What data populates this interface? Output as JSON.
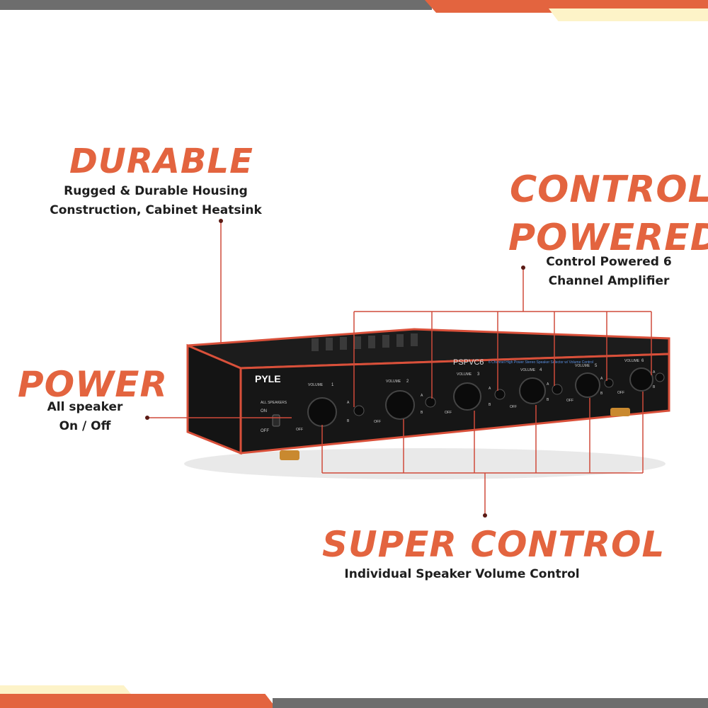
{
  "features": {
    "durable": {
      "title": "DURABLE",
      "line1": "Rugged & Durable Housing",
      "line2": "Construction, Cabinet Heatsink"
    },
    "control_powered": {
      "title_line1": "CONTROL",
      "title_line2": "POWERED",
      "line1": "Control Powered 6",
      "line2": "Channel Amplifier"
    },
    "power": {
      "title": "POWER",
      "line1": "All speaker",
      "line2": "On / Off"
    },
    "super_control": {
      "title": "SUPER CONTROL",
      "line1": "Individual Speaker Volume Control"
    }
  },
  "device": {
    "brand": "PYLE",
    "model": "PSPVC6",
    "description": "6 Channel High Power Stereo Speaker Selector w/ Volume Control",
    "all_speakers_label": "ALL SPEAKERS",
    "on_label": "ON",
    "off_label": "OFF",
    "volume_label": "VOLUME",
    "a_label": "A",
    "b_label": "B",
    "channels": [
      "1",
      "2",
      "3",
      "4",
      "5",
      "6"
    ]
  },
  "colors": {
    "accent": "#e3643f",
    "chassis_trim": "#d9503a",
    "stripe_gray": "#6d6d6d",
    "stripe_yellow": "#fdf3c8"
  }
}
